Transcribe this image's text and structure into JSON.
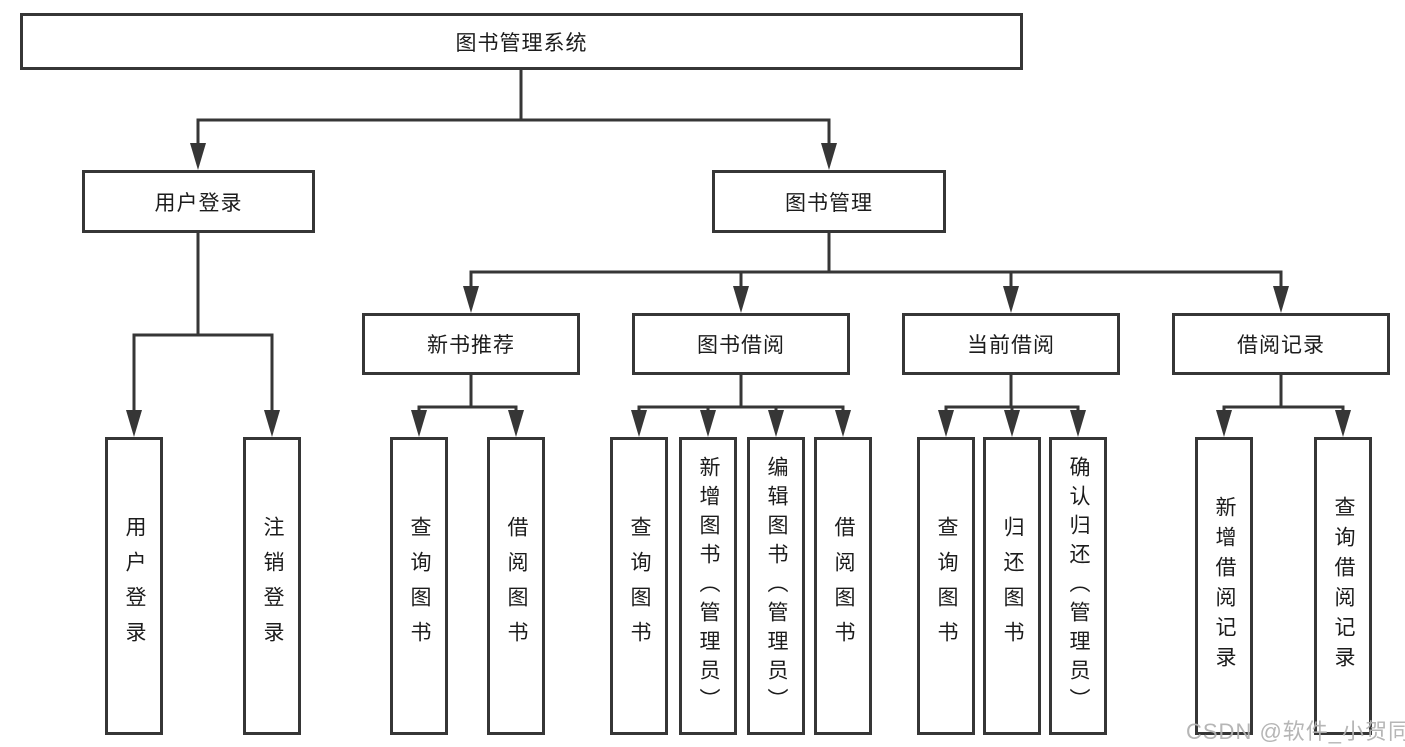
{
  "tree": {
    "label": "图书管理系统",
    "children": [
      {
        "label": "用户登录",
        "children": [
          {
            "label": "用户登录"
          },
          {
            "label": "注销登录"
          }
        ]
      },
      {
        "label": "图书管理",
        "children": [
          {
            "label": "新书推荐",
            "children": [
              {
                "label": "查询图书"
              },
              {
                "label": "借阅图书"
              }
            ]
          },
          {
            "label": "图书借阅",
            "children": [
              {
                "label": "查询图书"
              },
              {
                "label": "新增图书（管理员）"
              },
              {
                "label": "编辑图书（管理员）"
              },
              {
                "label": "借阅图书"
              }
            ]
          },
          {
            "label": "当前借阅",
            "children": [
              {
                "label": "查询图书"
              },
              {
                "label": "归还图书"
              },
              {
                "label": "确认归还（管理员）"
              }
            ]
          },
          {
            "label": "借阅记录",
            "children": [
              {
                "label": "新增借阅记录"
              },
              {
                "label": "查询借阅记录"
              }
            ]
          }
        ]
      }
    ]
  },
  "watermark": "CSDN @软件_小贺同学",
  "colors": {
    "line": "#363636",
    "text": "#1c1c1c",
    "watermark": "#b2b2b2",
    "background": "#ffffff"
  }
}
